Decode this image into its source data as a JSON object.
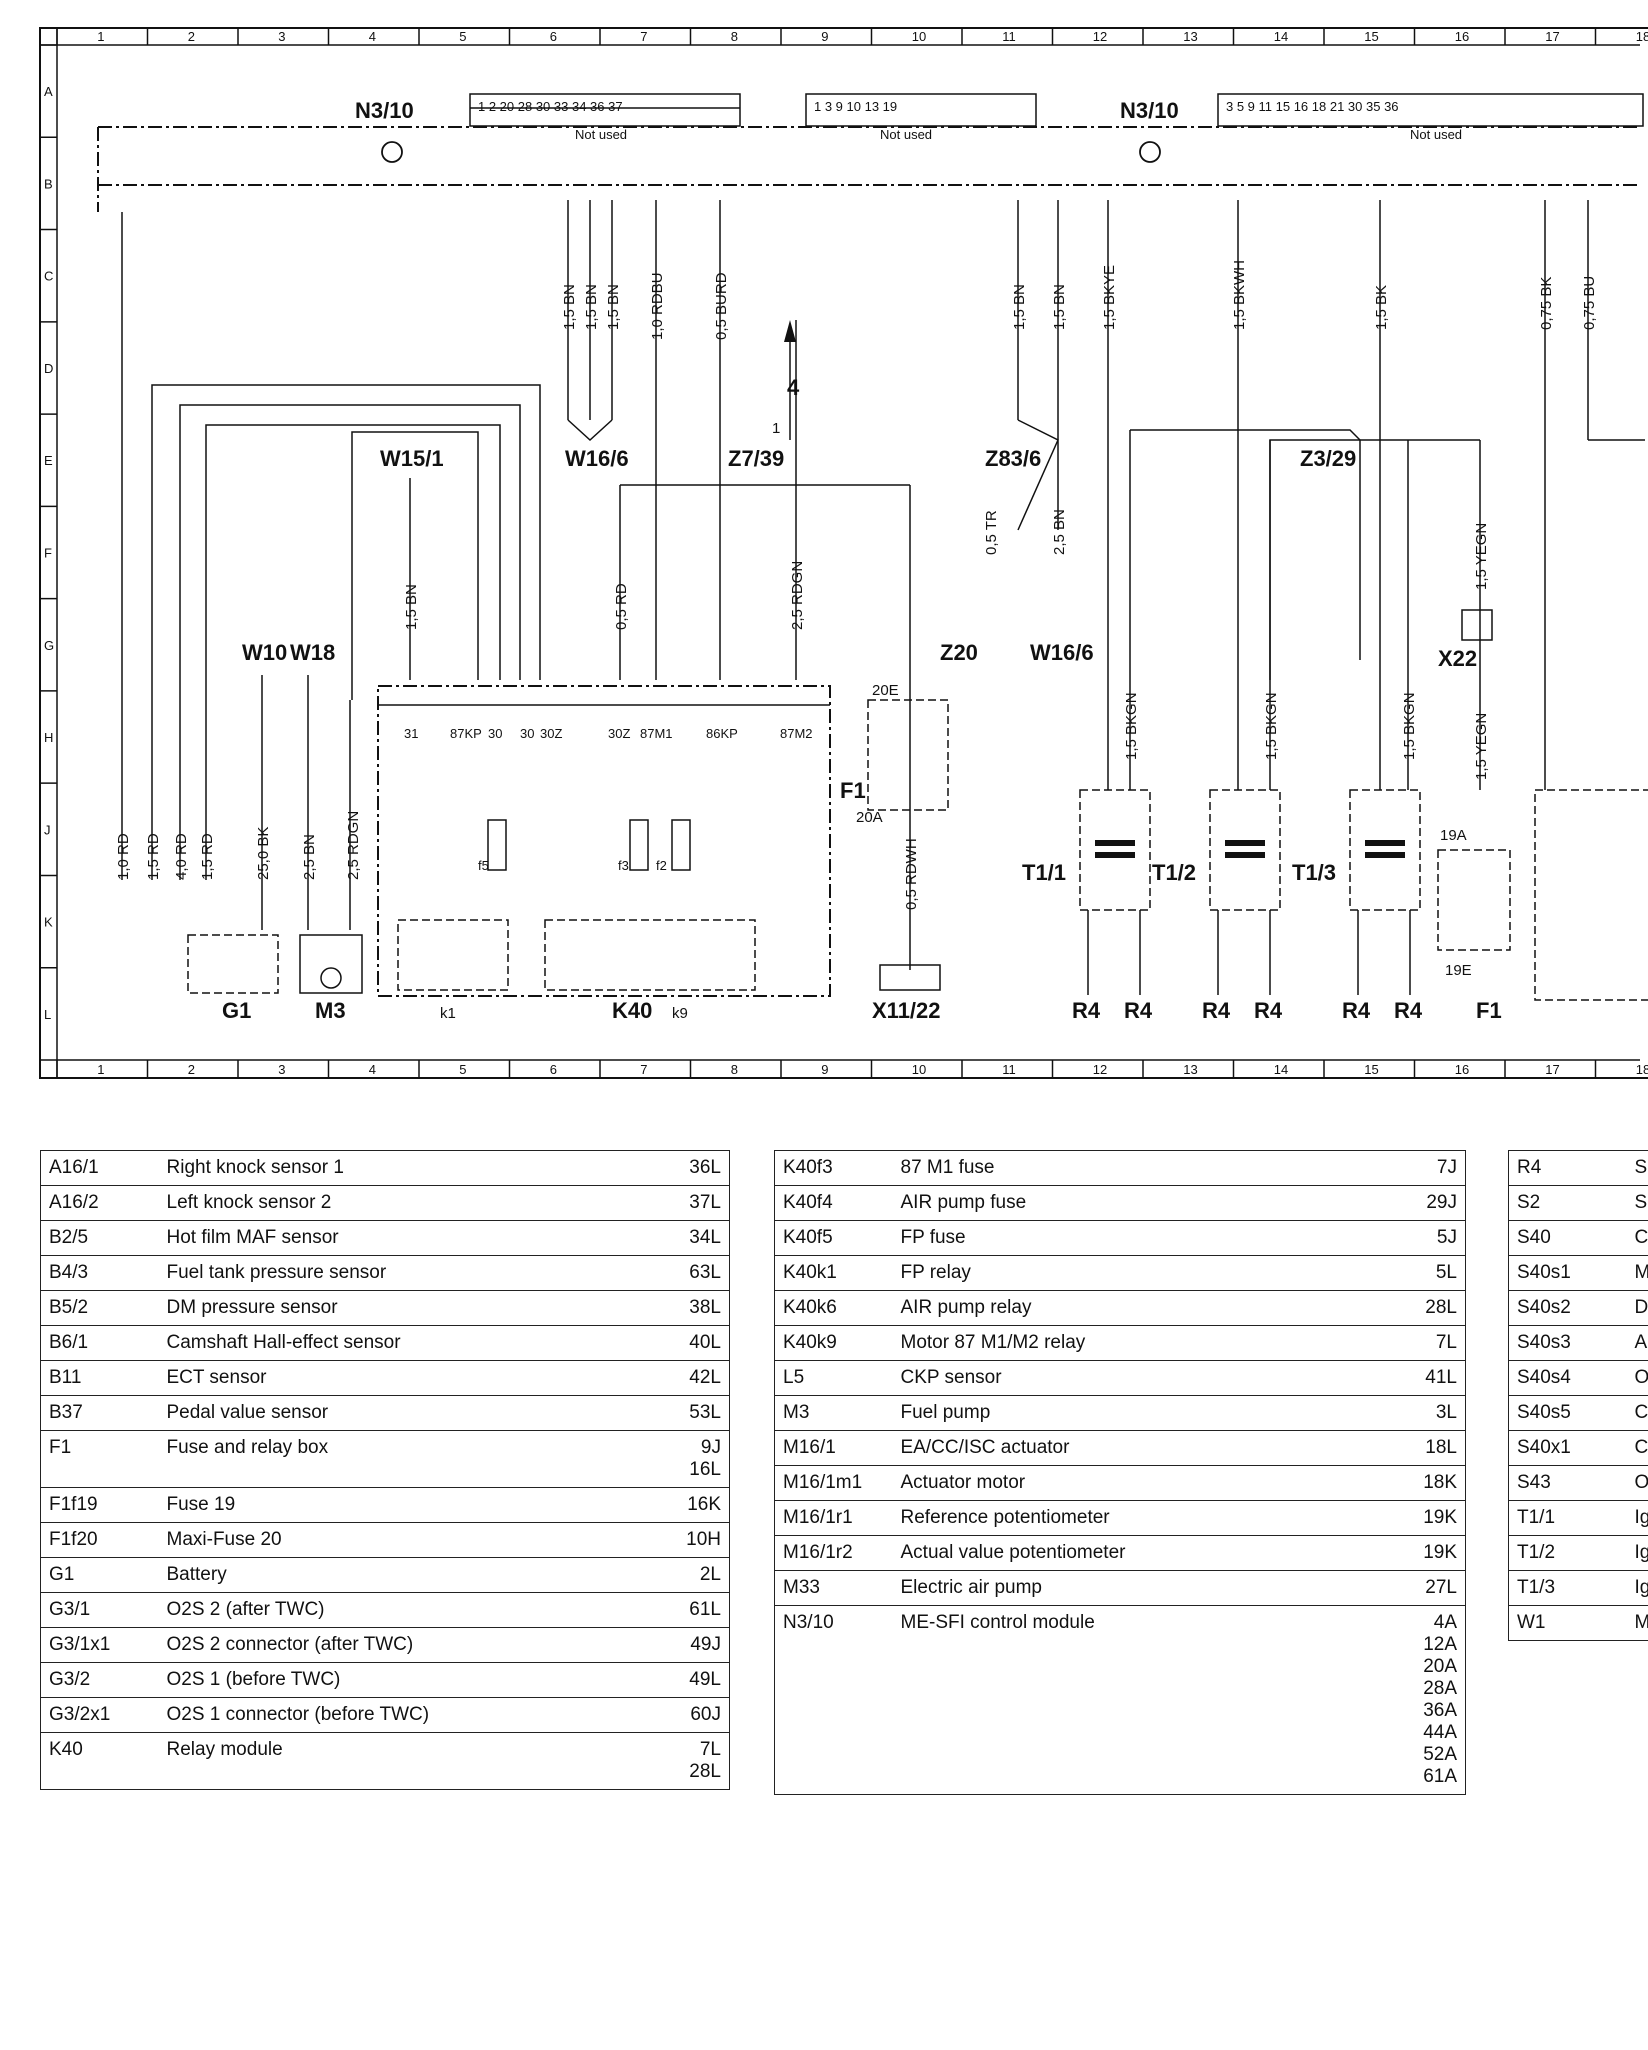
{
  "grid": {
    "columns": [
      "1",
      "2",
      "3",
      "4",
      "5",
      "6",
      "7",
      "8",
      "9",
      "10",
      "11",
      "12",
      "13",
      "14",
      "15",
      "16",
      "17",
      "18"
    ],
    "rows": [
      "A",
      "B",
      "C",
      "D",
      "E",
      "F",
      "G",
      "H",
      "J",
      "K",
      "L"
    ]
  },
  "diagram": {
    "labels": {
      "n310_left": "N3/10",
      "n310_right": "N3/10",
      "w15_1": "W15/1",
      "w16_6_top": "W16/6",
      "z7_39": "Z7/39",
      "z83_6": "Z83/6",
      "z3_29": "Z3/29",
      "z20": "Z20",
      "w16_6_mid": "W16/6",
      "x22": "X22",
      "w10": "W10",
      "w18": "W18",
      "f1_mid": "F1",
      "f1_right": "F1",
      "g1": "G1",
      "m3": "M3",
      "k1": "k1",
      "k40": "K40",
      "k9": "k9",
      "x11_22": "X11/22",
      "t1_1": "T1/1",
      "t1_2": "T1/2",
      "t1_3": "T1/3",
      "r4": "R4",
      "not_used": "Not used",
      "f20a": "20A",
      "f20e": "20E",
      "f19a": "19A",
      "f19e": "19E",
      "arrow4": "4",
      "node1": "1"
    },
    "connector_c": "1  2  20  28  30  33  34  36  37",
    "connector_d": "1  3  9  10  13  19",
    "connector_e": "3  5  9  11  15  16  18  21  30  35  36",
    "wires": {
      "w1": "1,5 BN",
      "w2": "1,5 BN",
      "w3": "1,5 BN",
      "w4": "1,0 RDBU",
      "w5": "0,5 BURD",
      "w6": "1,5 BN",
      "w7": "1,5 BN",
      "w8": "1,5 BKYE",
      "w9": "1,5 BKWH",
      "w10": "1,5 BK",
      "w11": "0,75 BK",
      "w12": "0,75 BU",
      "w13": "1,5 BN",
      "w14": "0,5 RD",
      "w15": "2,5 RDGN",
      "w16": "0,5 TR",
      "w17": "2,5 BN",
      "w18": "1,5 YEGN",
      "w19": "1,5 YEGN",
      "w20": "1,0 RD",
      "w21": "1,5 RD",
      "w22": "4,0 RD",
      "w23": "1,5 RD",
      "w24": "25,0 BK",
      "w25": "2,5 BN",
      "w26": "2,5 RDGN",
      "w27": "0,5 RDWH",
      "w28": "1,5 BKGN",
      "w29": "1,5 BKGN",
      "w30": "1,5 BKGN"
    },
    "pins": {
      "p87kp": "87KP",
      "p30": "30",
      "p30b": "30",
      "p30z": "30Z",
      "p31": "31",
      "p30z2": "30Z",
      "p87m1": "87M1",
      "p86kp": "86KP",
      "p87m2": "87M2",
      "f5": "f5",
      "f3": "f3",
      "f2": "f2"
    }
  },
  "tables": [
    {
      "rows": [
        {
          "code": "A16/1",
          "desc": "Right knock sensor 1",
          "ref": [
            "36L"
          ]
        },
        {
          "code": "A16/2",
          "desc": "Left knock sensor 2",
          "ref": [
            "37L"
          ]
        },
        {
          "code": "B2/5",
          "desc": "Hot film MAF sensor",
          "ref": [
            "34L"
          ]
        },
        {
          "code": "B4/3",
          "desc": "Fuel tank pressure sensor",
          "ref": [
            "63L"
          ]
        },
        {
          "code": "B5/2",
          "desc": "DM pressure sensor",
          "ref": [
            "38L"
          ]
        },
        {
          "code": "B6/1",
          "desc": "Camshaft Hall-effect sensor",
          "ref": [
            "40L"
          ]
        },
        {
          "code": "B11",
          "desc": "ECT sensor",
          "ref": [
            "42L"
          ]
        },
        {
          "code": "B37",
          "desc": "Pedal value sensor",
          "ref": [
            "53L"
          ]
        },
        {
          "code": "F1",
          "desc": "Fuse and relay box",
          "ref": [
            "9J",
            "16L"
          ]
        },
        {
          "code": "F1f19",
          "desc": "Fuse 19",
          "ref": [
            "16K"
          ]
        },
        {
          "code": "F1f20",
          "desc": "Maxi-Fuse 20",
          "ref": [
            "10H"
          ]
        },
        {
          "code": "G1",
          "desc": "Battery",
          "ref": [
            "2L"
          ]
        },
        {
          "code": "G3/1",
          "desc": "O2S 2 (after TWC)",
          "ref": [
            "61L"
          ]
        },
        {
          "code": "G3/1x1",
          "desc": "O2S 2 connector (after TWC)",
          "ref": [
            "49J"
          ]
        },
        {
          "code": "G3/2",
          "desc": "O2S 1 (before TWC)",
          "ref": [
            "49L"
          ]
        },
        {
          "code": "G3/2x1",
          "desc": "O2S 1 connector (before TWC)",
          "ref": [
            "60J"
          ]
        },
        {
          "code": "K40",
          "desc": "Relay module",
          "ref": [
            "7L",
            "28L"
          ]
        }
      ]
    },
    {
      "rows": [
        {
          "code": "K40f3",
          "desc": "87 M1 fuse",
          "ref": [
            "7J"
          ]
        },
        {
          "code": "K40f4",
          "desc": "AIR pump fuse",
          "ref": [
            "29J"
          ]
        },
        {
          "code": "K40f5",
          "desc": "FP fuse",
          "ref": [
            "5J"
          ]
        },
        {
          "code": "K40k1",
          "desc": "FP relay",
          "ref": [
            "5L"
          ]
        },
        {
          "code": "K40k6",
          "desc": "AIR pump relay",
          "ref": [
            "28L"
          ]
        },
        {
          "code": "K40k9",
          "desc": "Motor 87 M1/M2 relay",
          "ref": [
            "7L"
          ]
        },
        {
          "code": "L5",
          "desc": "CKP sensor",
          "ref": [
            "41L"
          ]
        },
        {
          "code": "M3",
          "desc": "Fuel pump",
          "ref": [
            "3L"
          ]
        },
        {
          "code": "M16/1",
          "desc": "EA/CC/ISC actuator",
          "ref": [
            "18L"
          ]
        },
        {
          "code": "M16/1m1",
          "desc": "Actuator motor",
          "ref": [
            "18K"
          ]
        },
        {
          "code": "M16/1r1",
          "desc": "Reference potentiometer",
          "ref": [
            "19K"
          ]
        },
        {
          "code": "M16/1r2",
          "desc": "Actual value potentiometer",
          "ref": [
            "19K"
          ]
        },
        {
          "code": "M33",
          "desc": "Electric air pump",
          "ref": [
            "27L"
          ]
        },
        {
          "code": "N3/10",
          "desc": "ME-SFI control module",
          "ref": [
            "4A",
            "12A",
            "20A",
            "28A",
            "36A",
            "44A",
            "52A",
            "61A"
          ]
        }
      ]
    },
    {
      "rows": [
        {
          "code": "R4",
          "desc": "S"
        },
        {
          "code": "S2",
          "desc": "S"
        },
        {
          "code": "S40",
          "desc": "C"
        },
        {
          "code": "S40s1",
          "desc": "M"
        },
        {
          "code": "S40s2",
          "desc": "D"
        },
        {
          "code": "S40s3",
          "desc": "A"
        },
        {
          "code": "S40s4",
          "desc": "O"
        },
        {
          "code": "S40s5",
          "desc": "C"
        },
        {
          "code": "S40x1",
          "desc": "C"
        },
        {
          "code": "S43",
          "desc": "O"
        },
        {
          "code": "T1/1",
          "desc": "Ig"
        },
        {
          "code": "T1/2",
          "desc": "Ig"
        },
        {
          "code": "T1/3",
          "desc": "Ig"
        },
        {
          "code": "W1",
          "desc": "M"
        }
      ]
    }
  ]
}
